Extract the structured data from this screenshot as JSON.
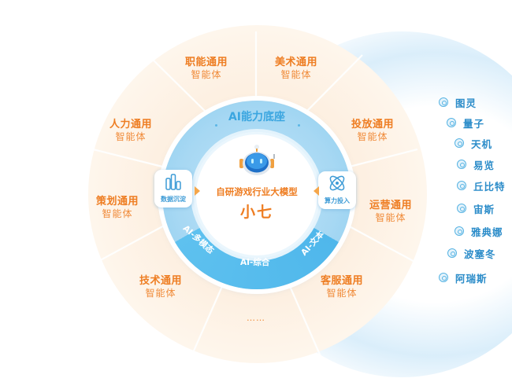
{
  "diagram": {
    "center": {
      "ring_title": "AI能力底座",
      "model_title": "自研游戏行业大模型",
      "model_name": "小七",
      "left_box": {
        "label": "数据沉淀",
        "icon": "bar-chart-icon"
      },
      "right_box": {
        "label": "算力投入",
        "icon": "atom-icon"
      },
      "ring_segments": [
        "AI-多模态",
        "AI-综合",
        "AI-文本"
      ],
      "mascot_icon": "robot-icon"
    },
    "agents": [
      {
        "name": "职能通用",
        "suffix": "智能体"
      },
      {
        "name": "美术通用",
        "suffix": "智能体"
      },
      {
        "name": "人力通用",
        "suffix": "智能体"
      },
      {
        "name": "投放通用",
        "suffix": "智能体"
      },
      {
        "name": "策划通用",
        "suffix": "智能体"
      },
      {
        "name": "运营通用",
        "suffix": "智能体"
      },
      {
        "name": "技术通用",
        "suffix": "智能体"
      },
      {
        "name": "客服通用",
        "suffix": "智能体"
      }
    ],
    "more": "……",
    "products": [
      {
        "name": "图灵"
      },
      {
        "name": "量子"
      },
      {
        "name": "天机"
      },
      {
        "name": "易览"
      },
      {
        "name": "丘比特"
      },
      {
        "name": "宙斯"
      },
      {
        "name": "雅典娜"
      },
      {
        "name": "波塞冬"
      },
      {
        "name": "阿瑞斯"
      }
    ],
    "colors": {
      "orange": "#ee7d22",
      "blue": "#3ba6e0",
      "ring_blue": "#5ec1ef",
      "orange_bg": "#fde9d3"
    }
  }
}
